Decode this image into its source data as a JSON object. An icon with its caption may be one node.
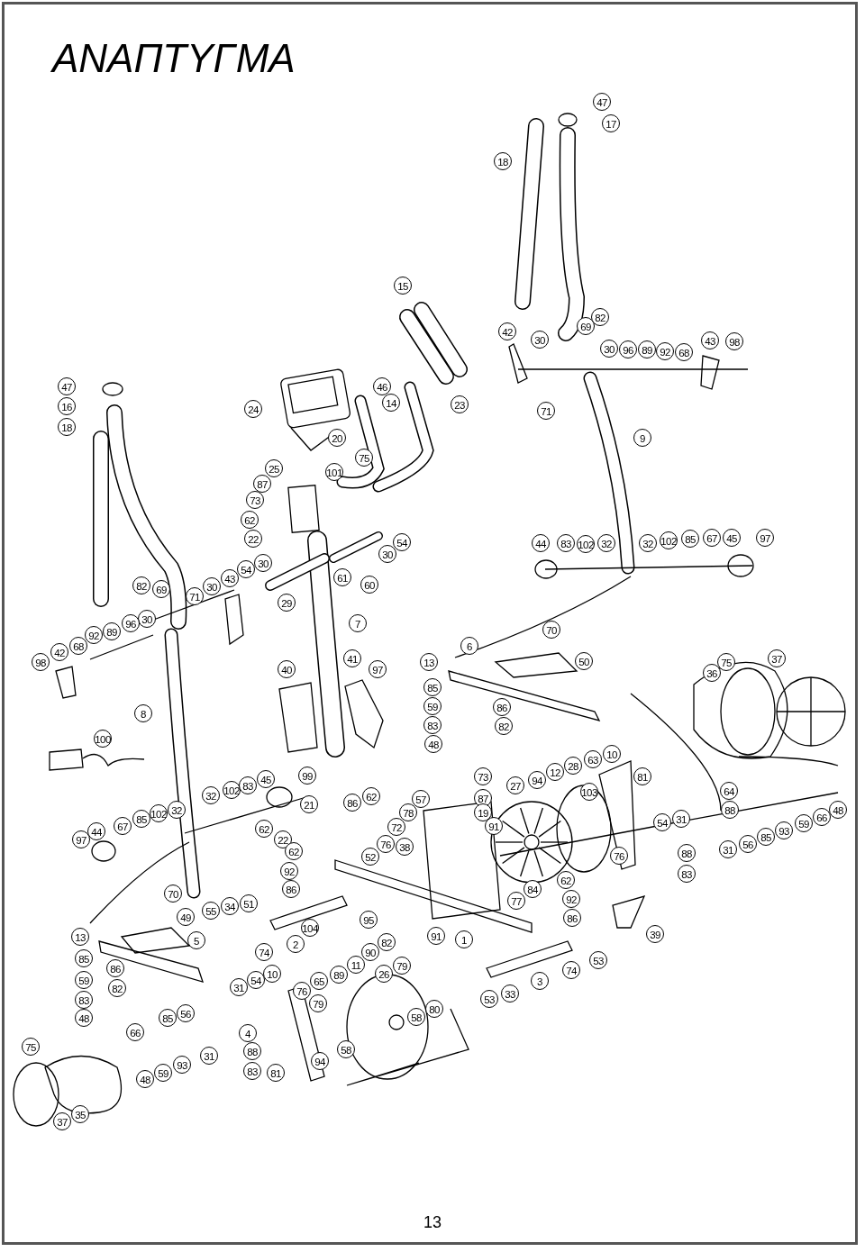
{
  "diagram": {
    "title": "ΑΝΑΠΤΥΓΜΑ",
    "labels": [
      "47",
      "17",
      "18",
      "15",
      "82",
      "69",
      "42",
      "30",
      "30",
      "96",
      "89",
      "92",
      "68",
      "43",
      "98",
      "47",
      "46",
      "16",
      "14",
      "24",
      "23",
      "18",
      "71",
      "20",
      "9",
      "75",
      "101",
      "25",
      "87",
      "73",
      "62",
      "22",
      "54",
      "30",
      "44",
      "83",
      "102",
      "32",
      "32",
      "102",
      "85",
      "67",
      "45",
      "97",
      "82",
      "69",
      "43",
      "54",
      "30",
      "30",
      "71",
      "61",
      "60",
      "29",
      "30",
      "96",
      "89",
      "92",
      "68",
      "42",
      "98",
      "7",
      "70",
      "6",
      "13",
      "50",
      "40",
      "41",
      "97",
      "75",
      "36",
      "37",
      "85",
      "59",
      "86",
      "8",
      "83",
      "82",
      "48",
      "100",
      "28",
      "63",
      "10",
      "45",
      "99",
      "73",
      "94",
      "12",
      "81",
      "102",
      "83",
      "27",
      "103",
      "64",
      "32",
      "21",
      "86",
      "62",
      "57",
      "87",
      "85",
      "102",
      "32",
      "78",
      "19",
      "31",
      "88",
      "44",
      "67",
      "62",
      "72",
      "91",
      "54",
      "97",
      "22",
      "62",
      "76",
      "38",
      "76",
      "88",
      "31",
      "56",
      "85",
      "93",
      "59",
      "66",
      "48",
      "92",
      "52",
      "83",
      "70",
      "86",
      "84",
      "62",
      "49",
      "55",
      "34",
      "51",
      "95",
      "77",
      "92",
      "86",
      "13",
      "5",
      "2",
      "104",
      "82",
      "91",
      "1",
      "39",
      "85",
      "86",
      "74",
      "11",
      "90",
      "79",
      "74",
      "53",
      "59",
      "82",
      "31",
      "54",
      "10",
      "65",
      "89",
      "26",
      "53",
      "33",
      "3",
      "83",
      "48",
      "85",
      "56",
      "76",
      "79",
      "58",
      "80",
      "75",
      "66",
      "93",
      "31",
      "4",
      "88",
      "94",
      "58",
      "48",
      "59",
      "83",
      "81",
      "37",
      "35",
      "13"
    ]
  }
}
